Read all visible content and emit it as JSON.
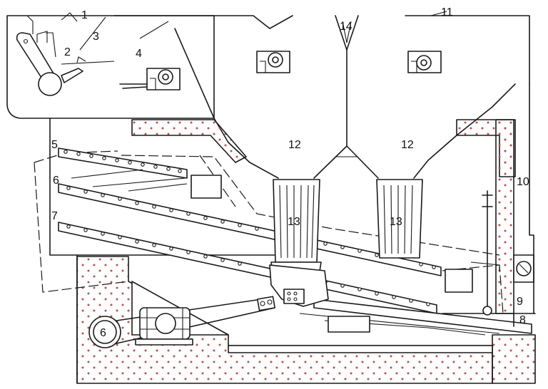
{
  "labels": {
    "n1": "1",
    "n2": "2",
    "n3": "3",
    "n4": "4",
    "n5": "5",
    "n6_left": "6",
    "n6_motor": "6",
    "n7": "7",
    "n8": "8",
    "n9": "9",
    "n10": "10",
    "n11": "11",
    "n12_left": "12",
    "n12_right": "12",
    "n13_left": "13",
    "n13_right": "13",
    "n14": "14"
  },
  "colors": {
    "line": "#1a1a1a",
    "dot": "#c0504d",
    "background": "#ffffff"
  }
}
